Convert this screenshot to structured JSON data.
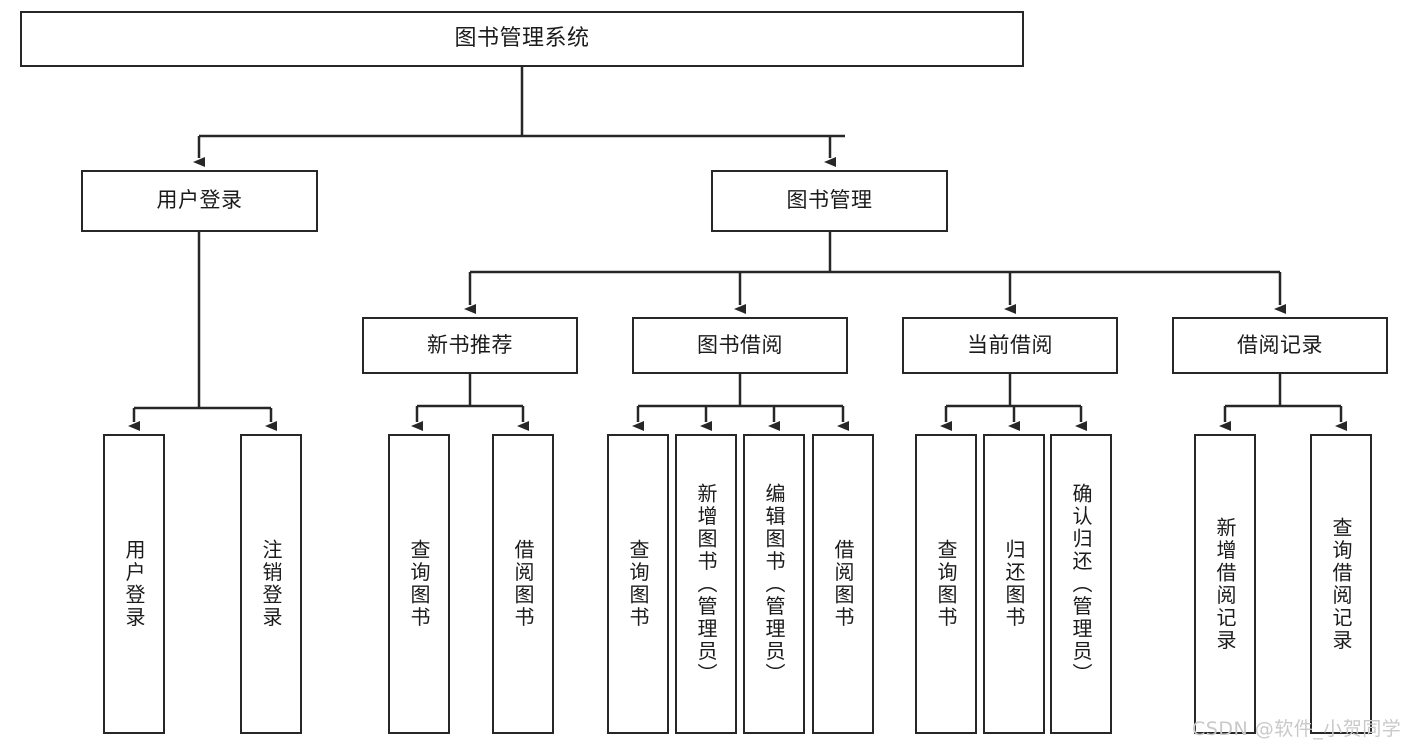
{
  "diagram": {
    "type": "tree",
    "title": "图书管理系统",
    "orientation": "top-down",
    "colors": {
      "box_border": "#272727",
      "box_fill": "#ffffff",
      "edge": "#272727",
      "text": "#1b1b1b",
      "watermark": "#c9c9c9"
    },
    "root": {
      "label": "图书管理系统"
    },
    "level2": [
      {
        "label": "用户登录"
      },
      {
        "label": "图书管理"
      }
    ],
    "level3": [
      {
        "label": "新书推荐"
      },
      {
        "label": "图书借阅"
      },
      {
        "label": "当前借阅"
      },
      {
        "label": "借阅记录"
      }
    ],
    "leaves": {
      "user_login": [
        {
          "label": "用户登录"
        },
        {
          "label": "注销登录"
        }
      ],
      "new_book_recommend": [
        {
          "label": "查询图书"
        },
        {
          "label": "借阅图书"
        }
      ],
      "book_borrow": [
        {
          "label": "查询图书"
        },
        {
          "label": "新增图书（管理员）"
        },
        {
          "label": "编辑图书（管理员）"
        },
        {
          "label": "借阅图书"
        }
      ],
      "current_borrow": [
        {
          "label": "查询图书"
        },
        {
          "label": "归还图书"
        },
        {
          "label": "确认归还（管理员）"
        }
      ],
      "borrow_record": [
        {
          "label": "新增借阅记录"
        },
        {
          "label": "查询借阅记录"
        }
      ]
    }
  },
  "watermark": {
    "text": "CSDN @软件_小贺同学"
  }
}
